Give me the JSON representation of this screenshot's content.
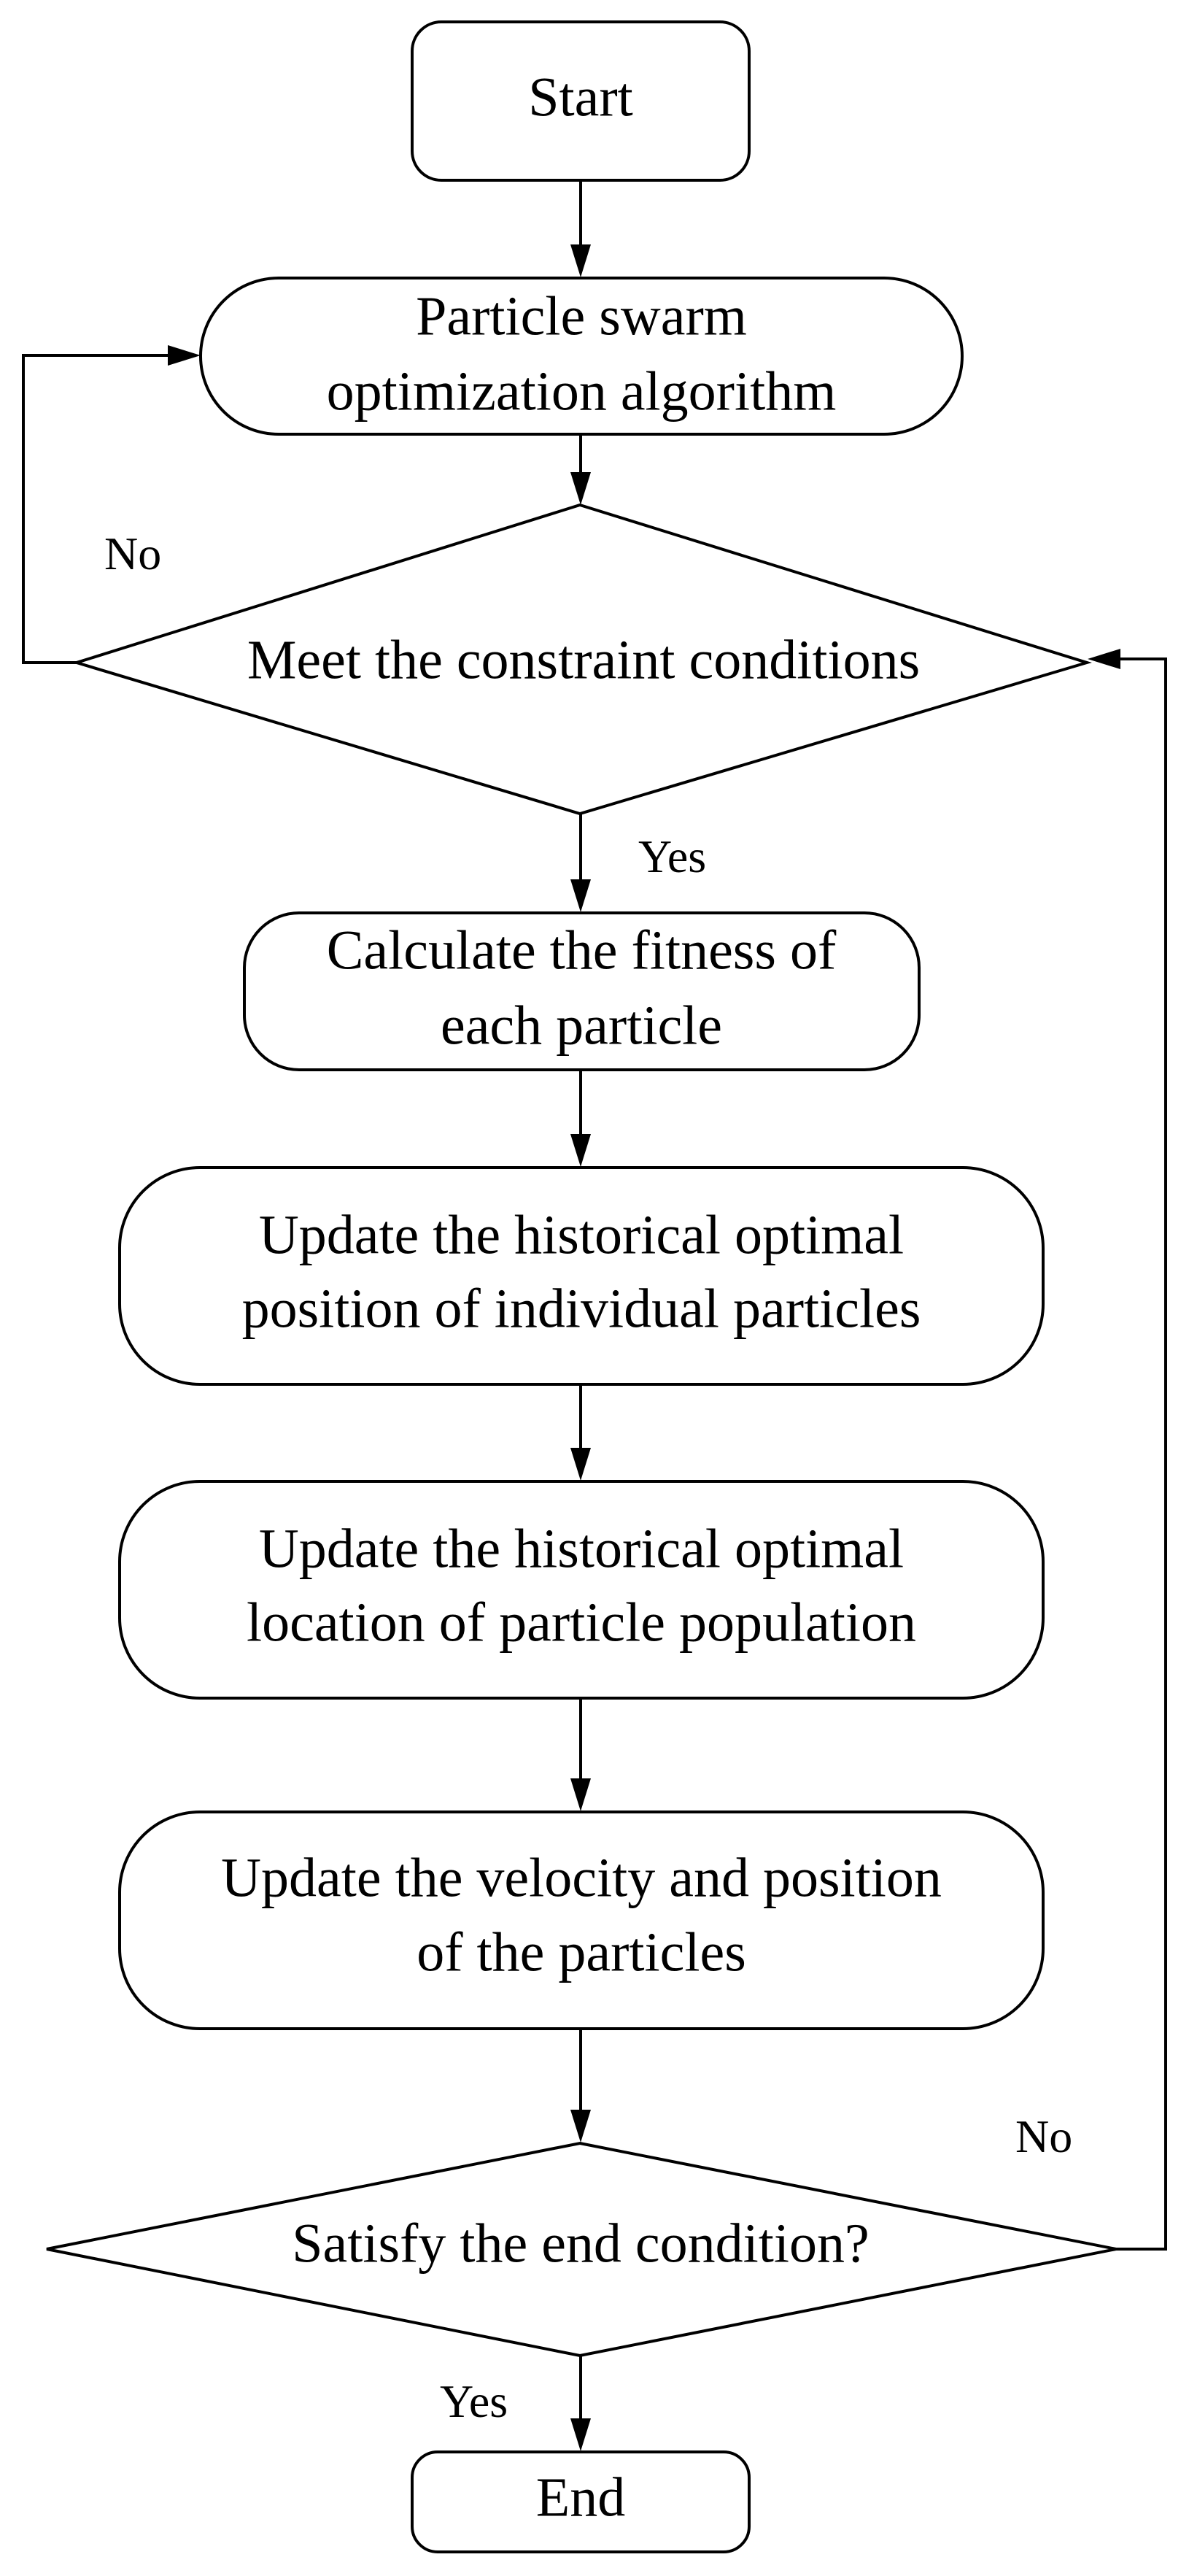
{
  "nodes": {
    "start": {
      "lines": [
        "Start"
      ]
    },
    "pso": {
      "lines": [
        "Particle swarm",
        "optimization algorithm"
      ]
    },
    "constraint": {
      "lines": [
        "Meet the constraint conditions"
      ]
    },
    "fitness": {
      "lines": [
        "Calculate the fitness of",
        "each particle"
      ]
    },
    "update_individual": {
      "lines": [
        "Update the historical optimal",
        "position of individual particles"
      ]
    },
    "update_population": {
      "lines": [
        "Update the historical optimal",
        "location of particle population"
      ]
    },
    "update_velocity": {
      "lines": [
        "Update the velocity and position",
        "of the particles"
      ]
    },
    "end_condition": {
      "lines": [
        "Satisfy the end condition?"
      ]
    },
    "end": {
      "lines": [
        "End"
      ]
    }
  },
  "edge_labels": {
    "constraint_no": "No",
    "constraint_yes": "Yes",
    "end_condition_no": "No",
    "end_condition_yes": "Yes"
  }
}
